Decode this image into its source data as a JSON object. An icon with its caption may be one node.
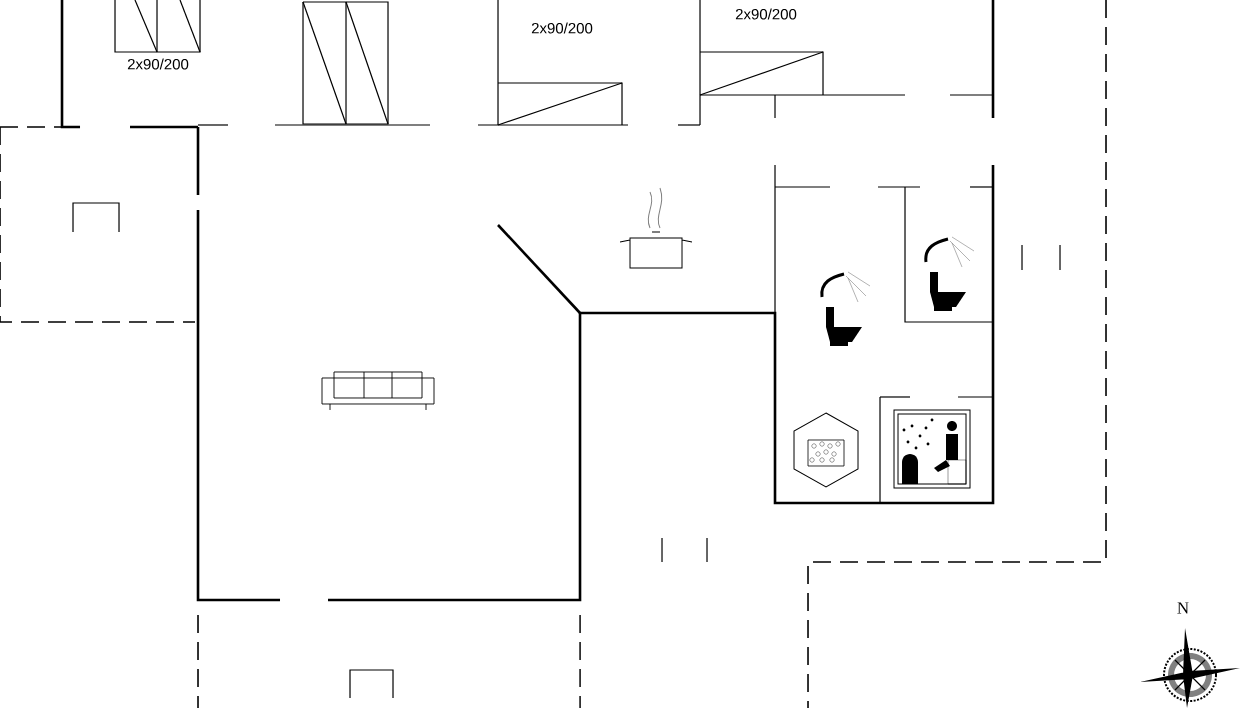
{
  "diagram": {
    "labels": [
      "2x90/200",
      "2x90/200",
      "2x90/200",
      "N"
    ]
  }
}
